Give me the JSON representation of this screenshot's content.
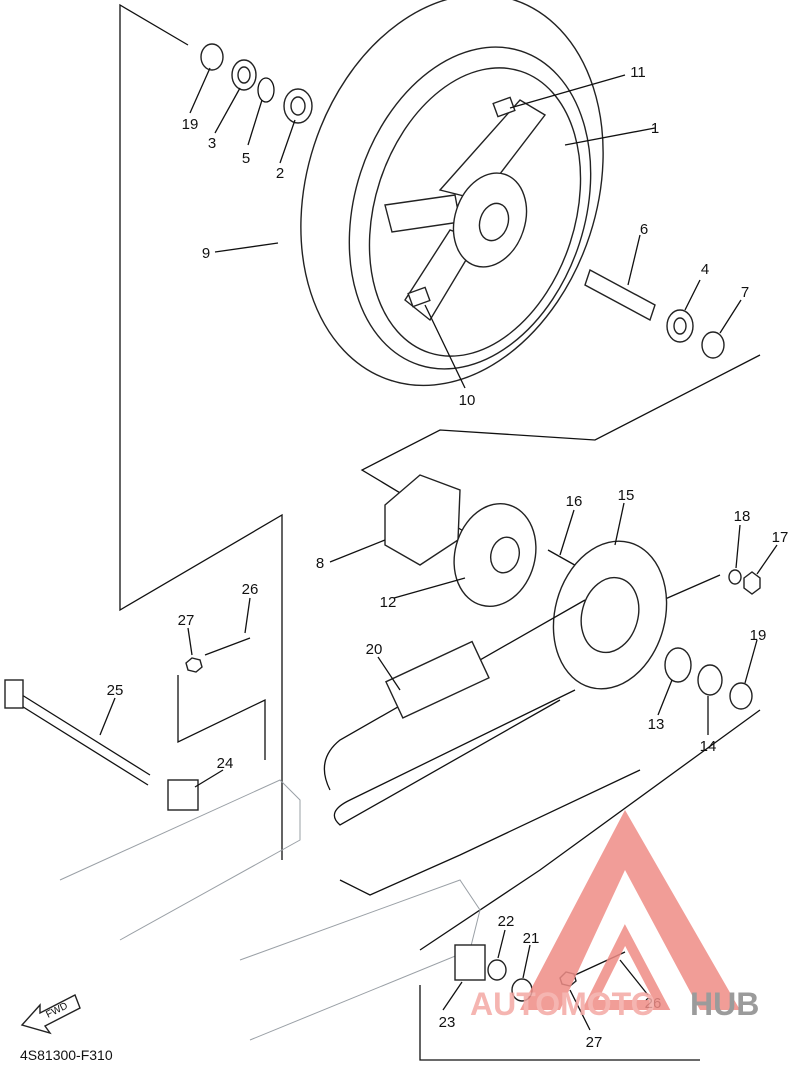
{
  "diagram": {
    "code": "4S81300-F310",
    "fwd_label": "FWD",
    "parts": [
      {
        "label": "1"
      },
      {
        "label": "2"
      },
      {
        "label": "3"
      },
      {
        "label": "4"
      },
      {
        "label": "5"
      },
      {
        "label": "6"
      },
      {
        "label": "7"
      },
      {
        "label": "8"
      },
      {
        "label": "9"
      },
      {
        "label": "10"
      },
      {
        "label": "11"
      },
      {
        "label": "12"
      },
      {
        "label": "13"
      },
      {
        "label": "14"
      },
      {
        "label": "15"
      },
      {
        "label": "16"
      },
      {
        "label": "17"
      },
      {
        "label": "18"
      },
      {
        "label": "19"
      },
      {
        "label": "19"
      },
      {
        "label": "20"
      },
      {
        "label": "21"
      },
      {
        "label": "22"
      },
      {
        "label": "23"
      },
      {
        "label": "24"
      },
      {
        "label": "25"
      },
      {
        "label": "26"
      },
      {
        "label": "26"
      },
      {
        "label": "27"
      },
      {
        "label": "27"
      }
    ]
  },
  "watermark": {
    "part1": "AUTOMOTO",
    "part2": "HUB",
    "colors": {
      "triangle": "#ef8c86",
      "text_light": "#f4a9a4",
      "text_dark": "#8a8a8a"
    }
  }
}
